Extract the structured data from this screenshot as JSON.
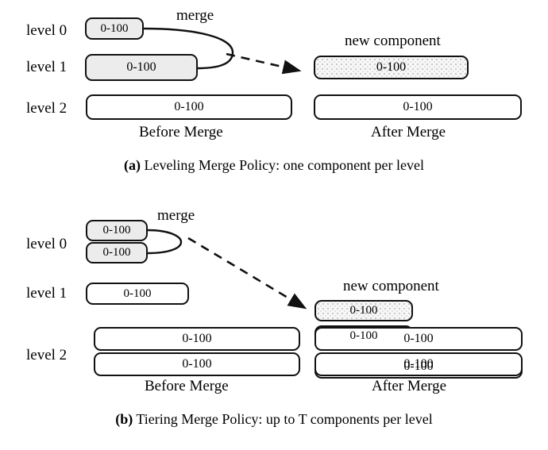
{
  "figure": {
    "panels": [
      {
        "id": "a",
        "caption_tag": "(a)",
        "caption_text": " Leveling Merge Policy: one component per level",
        "merge_label": "merge",
        "new_component_label": "new component",
        "before_label": "Before Merge",
        "after_label": "After Merge",
        "level_labels": [
          "level 0",
          "level 1",
          "level 2"
        ],
        "before": {
          "level0": [
            {
              "range": "0-100",
              "style": "shaded"
            }
          ],
          "level1": [
            {
              "range": "0-100",
              "style": "shaded"
            }
          ],
          "level2": [
            {
              "range": "0-100",
              "style": "plain"
            }
          ]
        },
        "after": {
          "level1": [
            {
              "range": "0-100",
              "style": "dotted"
            }
          ],
          "level2": [
            {
              "range": "0-100",
              "style": "plain"
            }
          ]
        }
      },
      {
        "id": "b",
        "caption_tag": "(b)",
        "caption_text": " Tiering Merge Policy: up to T components per level",
        "merge_label": "merge",
        "new_component_label": "new component",
        "before_label": "Before Merge",
        "after_label": "After Merge",
        "level_labels": [
          "level 0",
          "level 1",
          "level 2"
        ],
        "before": {
          "level0": [
            {
              "range": "0-100",
              "style": "shaded"
            },
            {
              "range": "0-100",
              "style": "shaded"
            }
          ],
          "level1": [
            {
              "range": "0-100",
              "style": "plain"
            }
          ],
          "level2": [
            {
              "range": "0-100",
              "style": "plain"
            },
            {
              "range": "0-100",
              "style": "plain"
            }
          ]
        },
        "after": {
          "level1": [
            {
              "range": "0-100",
              "style": "dotted"
            },
            {
              "range": "0-100",
              "style": "plain"
            }
          ],
          "level2": [
            {
              "range": "0-100",
              "style": "plain"
            },
            {
              "range": "0-100",
              "style": "plain"
            }
          ]
        }
      }
    ],
    "colors": {
      "stroke": "#111111",
      "shaded_fill": "#ececec",
      "dotted_fill": "#f7f7f7",
      "background": "#ffffff"
    }
  }
}
